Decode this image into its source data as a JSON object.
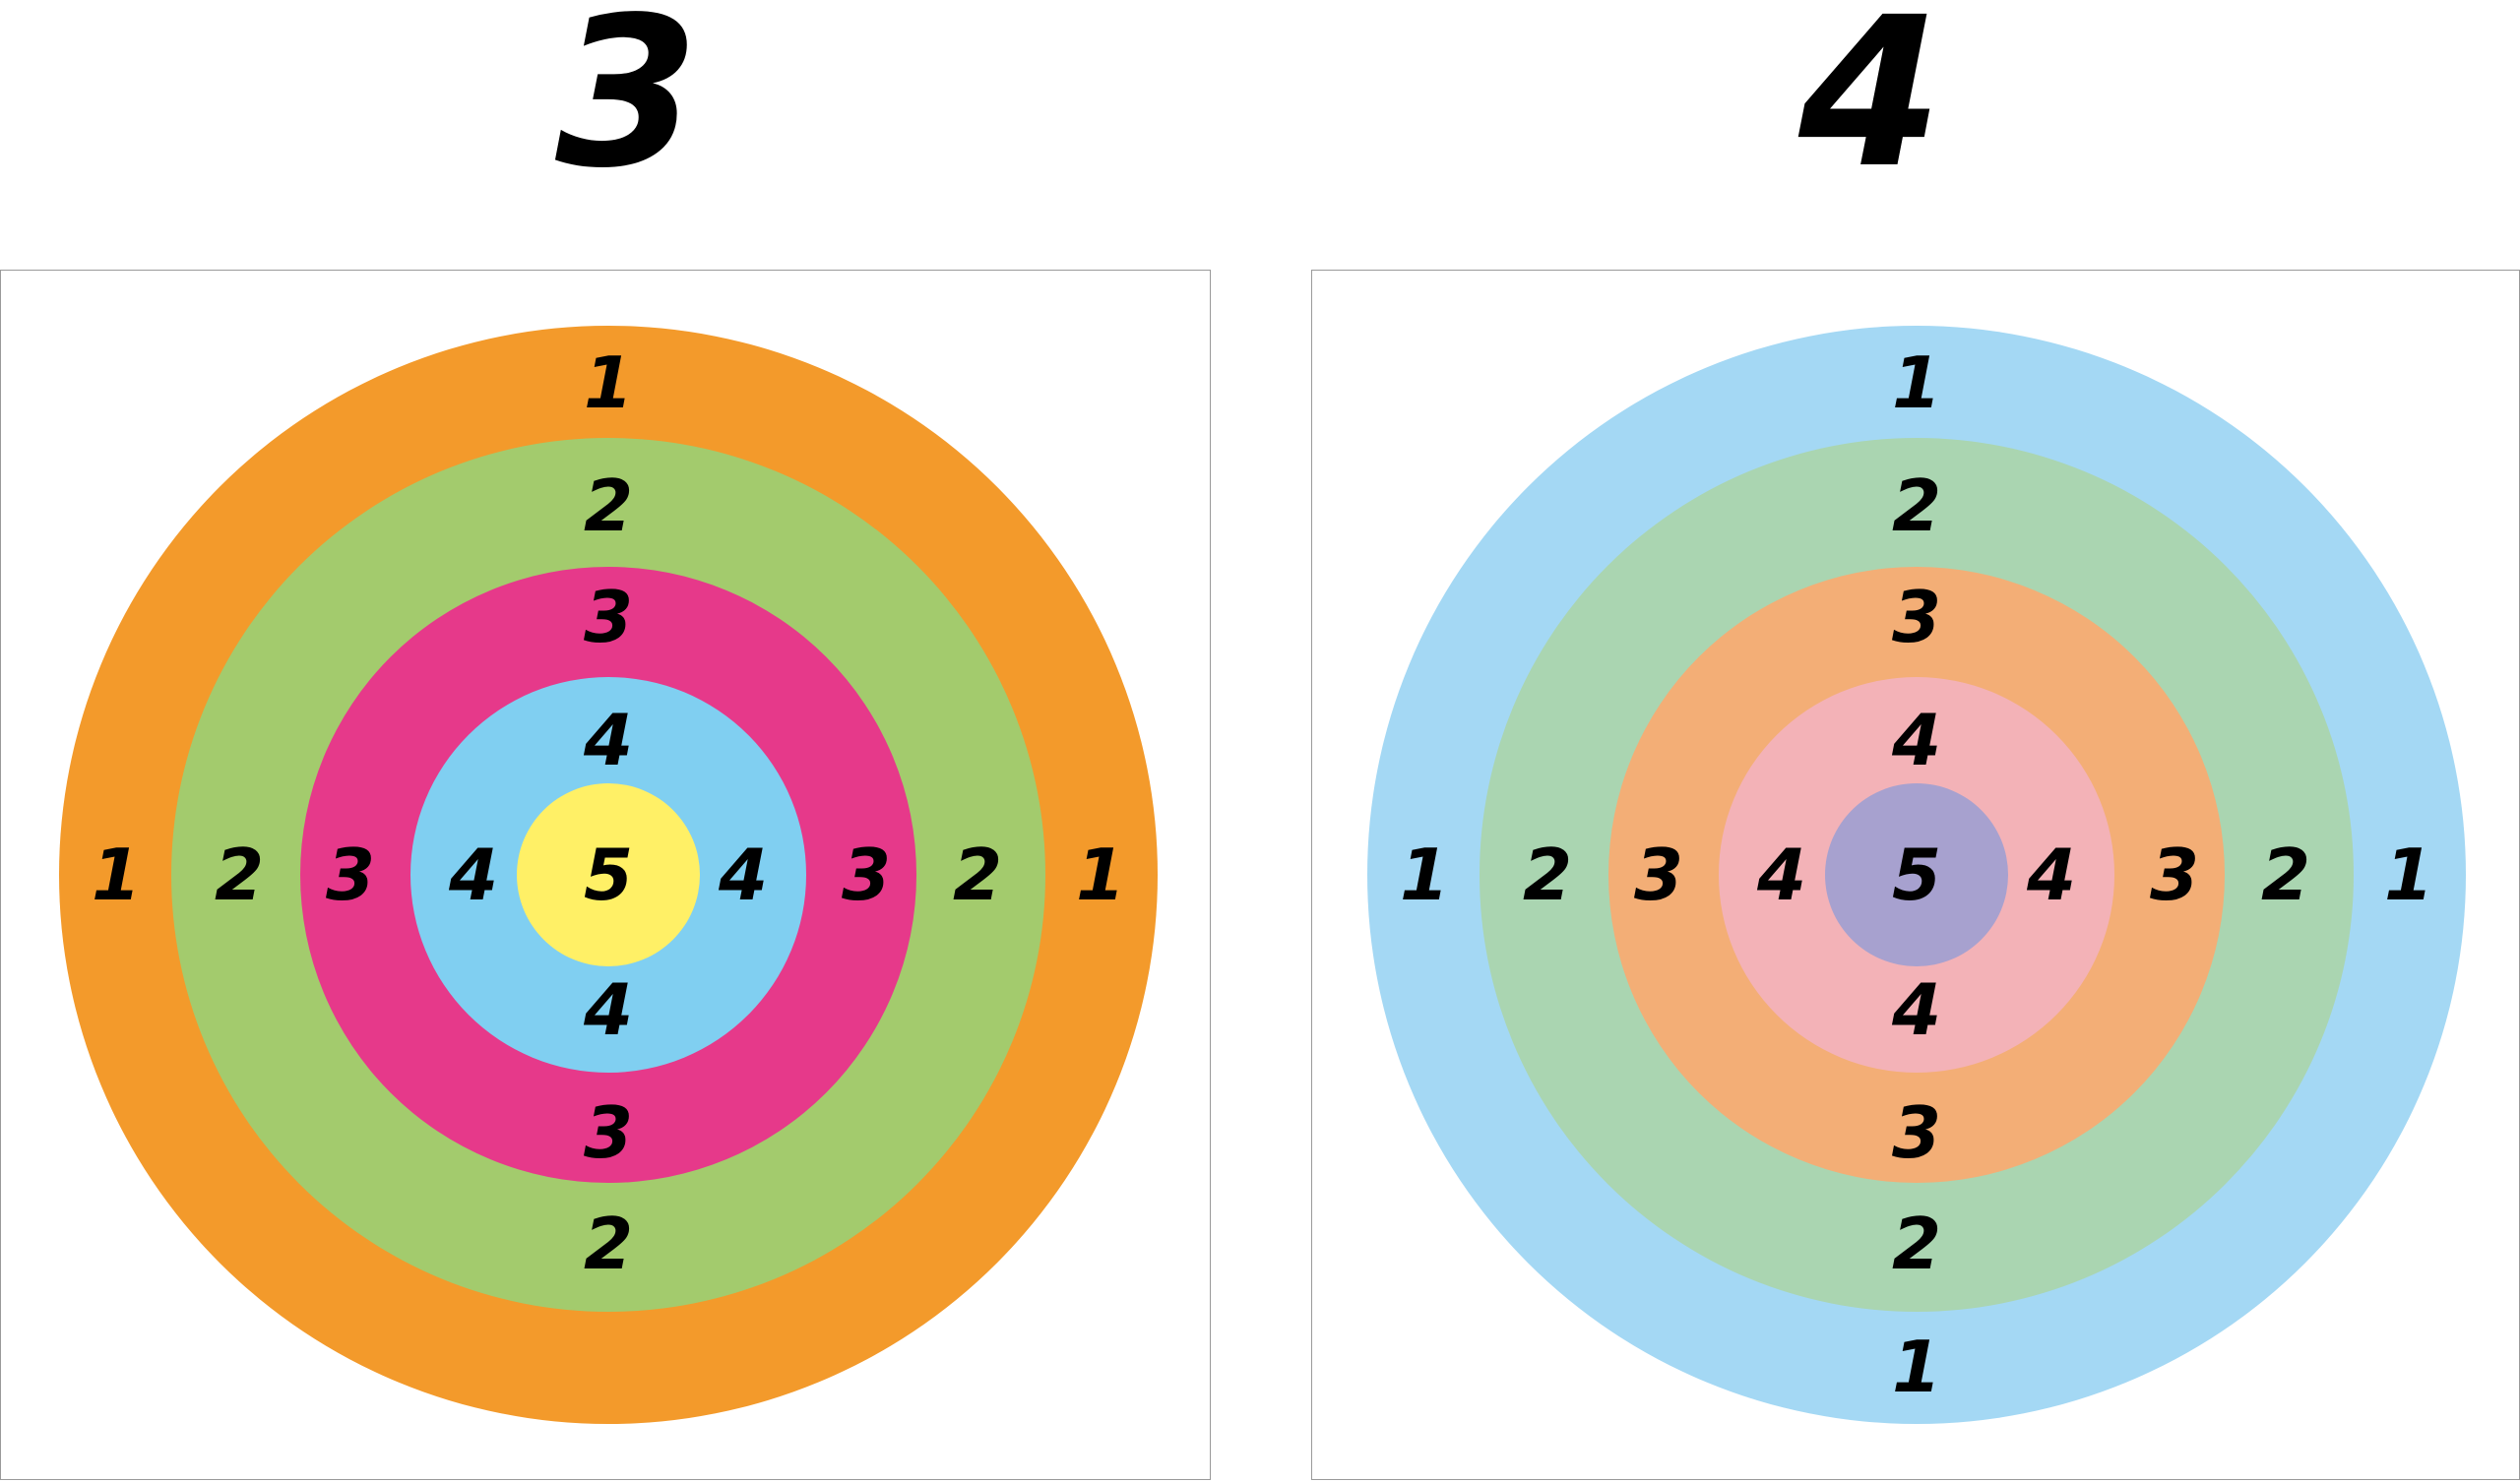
{
  "targets": [
    {
      "title": "3",
      "rings": [
        {
          "label": "1",
          "color": "#F39A2B"
        },
        {
          "label": "2",
          "color": "#A3CB6D"
        },
        {
          "label": "3",
          "color": "#E6398A"
        },
        {
          "label": "4",
          "color": "#80CFF1"
        },
        {
          "label": "5",
          "color": "#FFF066"
        }
      ],
      "bottom_outer_label": false
    },
    {
      "title": "4",
      "rings": [
        {
          "label": "1",
          "color": "#A4D8F4"
        },
        {
          "label": "2",
          "color": "#AAD5B1"
        },
        {
          "label": "3",
          "color": "#F3AE76"
        },
        {
          "label": "4",
          "color": "#F3B2B7"
        },
        {
          "label": "5",
          "color": "#A7A1CF"
        }
      ],
      "bottom_outer_label": true
    }
  ]
}
